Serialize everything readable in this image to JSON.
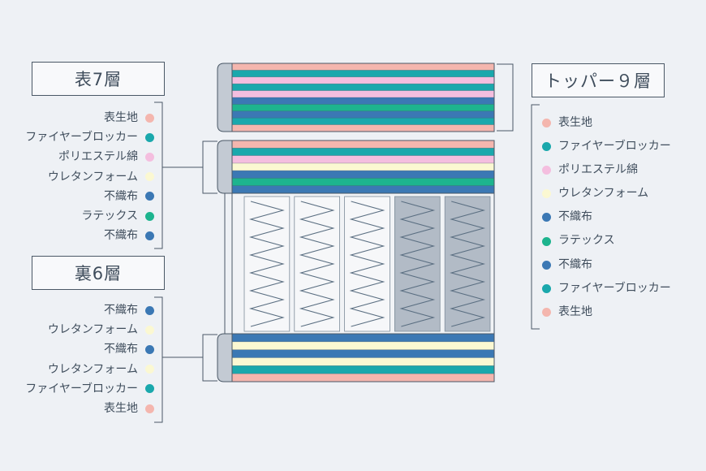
{
  "colors": {
    "表生地": "#f4b6ae",
    "ファイヤーブロッカー": "#1aa8ac",
    "ポリエステル綿": "#f4bedf",
    "ウレタンフォーム": "#fbf8d2",
    "不織布": "#3b78b4",
    "ラテックス": "#1db48e",
    "line": "#4a5866",
    "spring_bg_light": "#f6f7f9",
    "spring_bg_dark": "#b2bbc6",
    "spring_line": "#5b6f82",
    "cap": "#c3cad3"
  },
  "top_group": {
    "title": "表7層",
    "items": [
      "表生地",
      "ファイヤーブロッカー",
      "ポリエステル綿",
      "ウレタンフォーム",
      "不織布",
      "ラテックス",
      "不織布"
    ]
  },
  "bottom_group": {
    "title": "裏6層",
    "items": [
      "不織布",
      "ウレタンフォーム",
      "不織布",
      "ウレタンフォーム",
      "ファイヤーブロッカー",
      "表生地"
    ]
  },
  "topper_group": {
    "title": "トッパー９層",
    "items": [
      "表生地",
      "ファイヤーブロッカー",
      "ポリエステル綿",
      "ウレタンフォーム",
      "不織布",
      "ラテックス",
      "不織布",
      "ファイヤーブロッカー",
      "表生地"
    ]
  },
  "diagram": {
    "topper_layers": [
      "表生地",
      "ファイヤーブロッカー",
      "ポリエステル綿",
      "ファイヤーブロッカー",
      "ポリエステル綿",
      "不織布",
      "ラテックス",
      "不織布",
      "ファイヤーブロッカー",
      "表生地"
    ],
    "comfort_layers": [
      "表生地",
      "ファイヤーブロッカー",
      "ポリエステル綿",
      "ウレタンフォーム",
      "不織布",
      "ラテックス",
      "不織布"
    ],
    "base_layers": [
      "不織布",
      "ウレタンフォーム",
      "不織布",
      "ウレタンフォーム",
      "ファイヤーブロッカー",
      "表生地"
    ],
    "spring_units": [
      "light",
      "light",
      "light",
      "dark",
      "dark"
    ]
  }
}
